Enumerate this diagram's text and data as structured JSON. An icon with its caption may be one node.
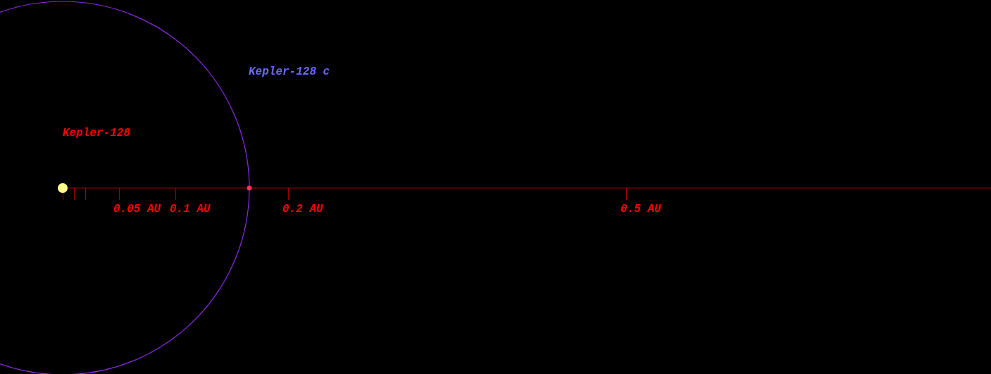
{
  "diagram": {
    "labels": [
      "Kepler-128 c",
      "Kepler-128",
      "0.05 AU",
      "0.1 AU",
      "0.2 AU",
      "0.5 AU"
    ]
  }
}
